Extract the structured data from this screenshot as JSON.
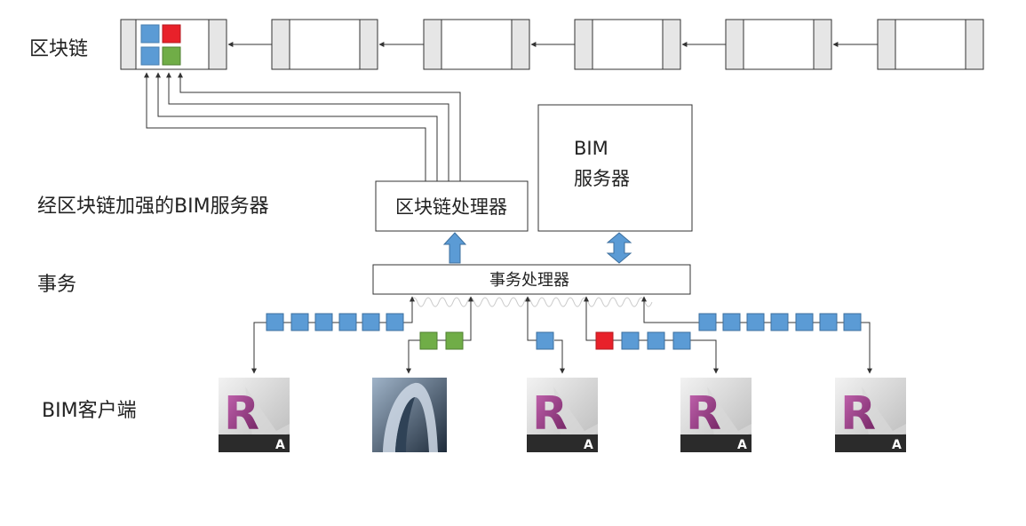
{
  "labels": {
    "blockchain": "区块链",
    "enhanced_server": "经区块链加强的BIM服务器",
    "transactions": "事务",
    "clients": "BIM客户端"
  },
  "nodes": {
    "blockchain_processor": "区块链处理器",
    "bim_server_line1": "BIM",
    "bim_server_line2": "服务器",
    "transaction_processor": "事务处理器"
  },
  "client_icon_letters": {
    "revit_letter": "R",
    "app_badge": "A"
  },
  "client_icons": [
    "revit-icon",
    "autocad-icon",
    "revit-icon",
    "revit-icon",
    "revit-icon"
  ],
  "colors": {
    "blue": "#5b9bd5",
    "red": "#e8212a",
    "green": "#70ad47",
    "block_gray": "#e6e6e6",
    "revit_purple": "#8e2a79"
  }
}
